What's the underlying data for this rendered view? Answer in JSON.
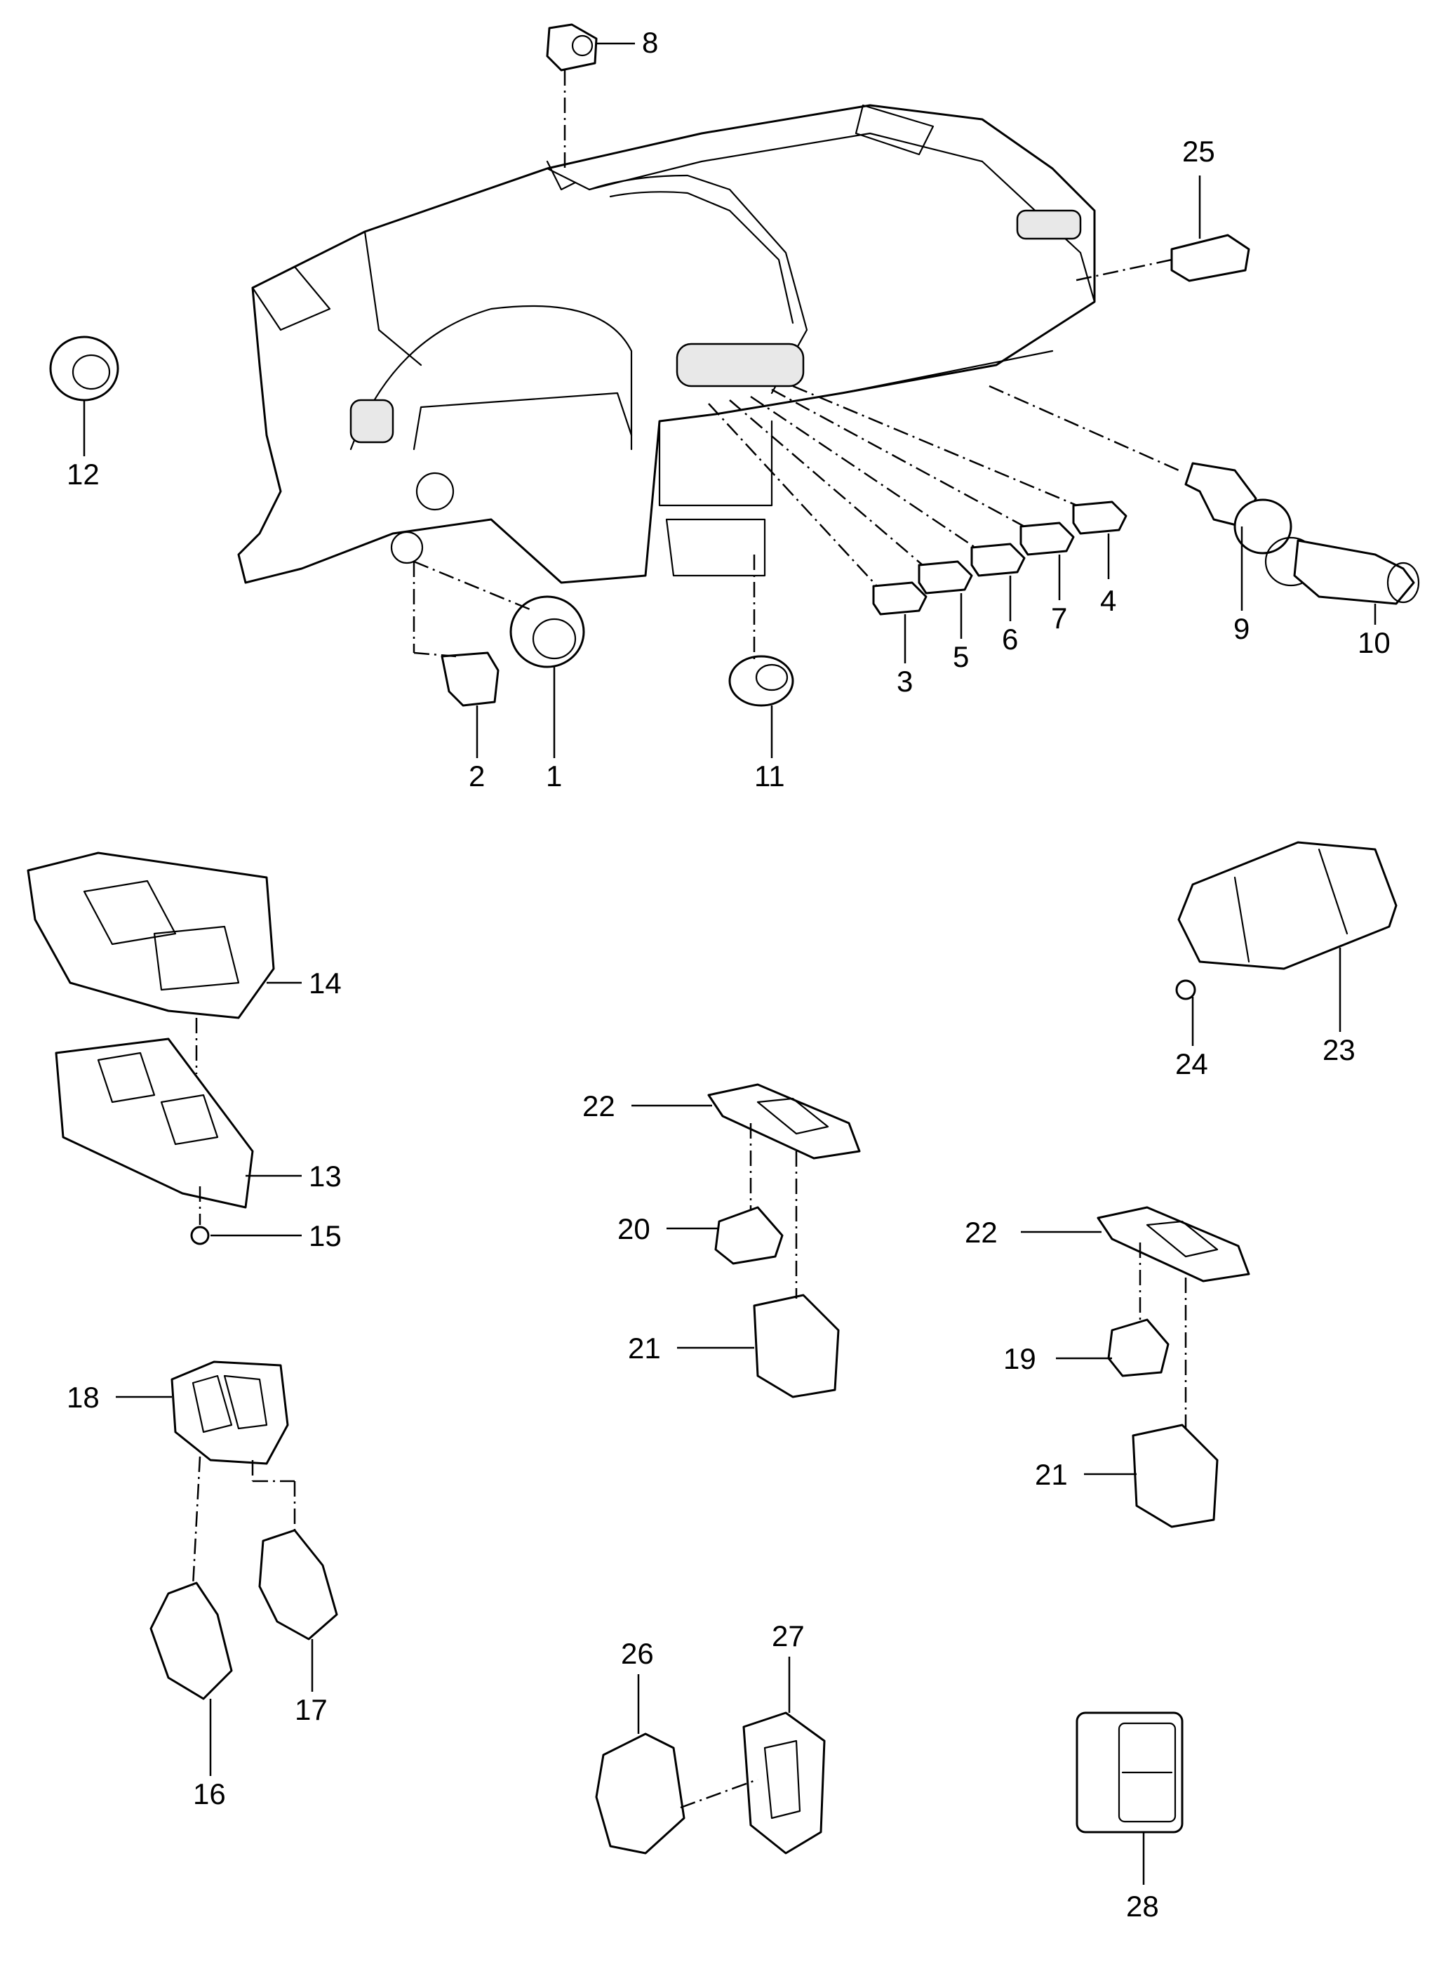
{
  "callouts": [
    "1",
    "2",
    "3",
    "4",
    "5",
    "6",
    "7",
    "8",
    "9",
    "10",
    "11",
    "12",
    "13",
    "14",
    "15",
    "16",
    "17",
    "18",
    "19",
    "20",
    "21",
    "22",
    "23",
    "24",
    "25",
    "26",
    "27",
    "28"
  ],
  "colors": {
    "line": "#000000",
    "background": "#ffffff"
  }
}
